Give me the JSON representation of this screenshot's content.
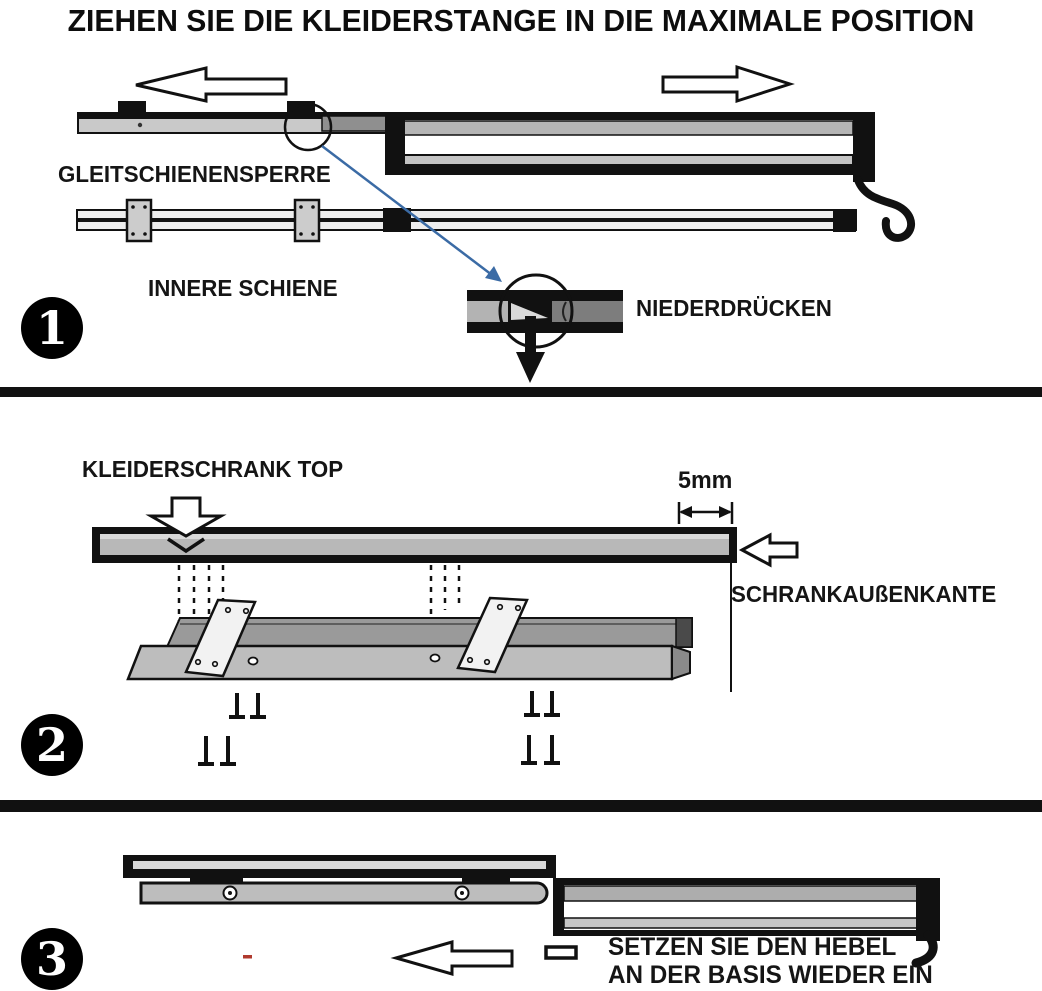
{
  "title": "ZIEHEN SIE DIE KLEIDERSTANGE IN DIE MAXIMALE POSITION",
  "step1": {
    "number": "1",
    "slide_lock_label": "GLEITSCHIENENSPERRE",
    "inner_rail_label": "INNERE SCHIENE",
    "press_down_label": "NIEDERDRÜCKEN"
  },
  "step2": {
    "number": "2",
    "wardrobe_top_label": "KLEIDERSCHRANK TOP",
    "gap_label": "5mm",
    "outer_edge_label": "SCHRANKAUßENKANTE"
  },
  "step3": {
    "number": "3",
    "instruction_line1": "SETZEN SIE DEN HEBEL",
    "instruction_line2": "AN DER BASIS WIEDER EIN"
  },
  "colors": {
    "accent_blue": "#3b6ba5",
    "red_mark": "#b03a2e",
    "rail_gray": "#b5b5b5"
  }
}
